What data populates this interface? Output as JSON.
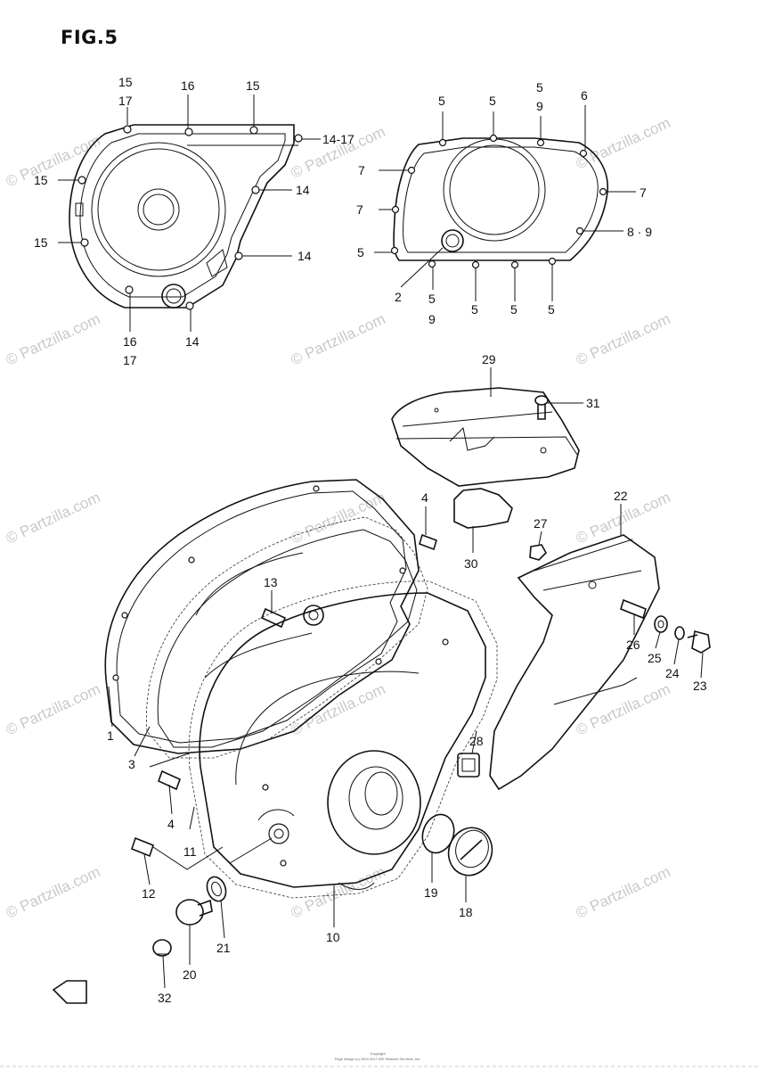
{
  "figure_title": "FIG.5",
  "watermark": "© Partzilla.com",
  "footer_line1": "Copyright",
  "footer_line2": "Page design (c) 2004-2017 ARI Network Services, Inc.",
  "callouts": [
    {
      "id": "c-15a",
      "text": "15"
    },
    {
      "id": "c-17a",
      "text": "17"
    },
    {
      "id": "c-16a",
      "text": "16"
    },
    {
      "id": "c-15b",
      "text": "15"
    },
    {
      "id": "c-14-17",
      "text": "14-17"
    },
    {
      "id": "c-15c",
      "text": "15"
    },
    {
      "id": "c-14a",
      "text": "14"
    },
    {
      "id": "c-15d",
      "text": "15"
    },
    {
      "id": "c-14b",
      "text": "14"
    },
    {
      "id": "c-16b",
      "text": "16"
    },
    {
      "id": "c-17b",
      "text": "17"
    },
    {
      "id": "c-14c",
      "text": "14"
    },
    {
      "id": "c-5a",
      "text": "5"
    },
    {
      "id": "c-5b",
      "text": "5"
    },
    {
      "id": "c-5c",
      "text": "5"
    },
    {
      "id": "c-9a",
      "text": "9"
    },
    {
      "id": "c-6",
      "text": "6"
    },
    {
      "id": "c-7a",
      "text": "7"
    },
    {
      "id": "c-7b",
      "text": "7"
    },
    {
      "id": "c-7c",
      "text": "7"
    },
    {
      "id": "c-8-9",
      "text": "8 · 9"
    },
    {
      "id": "c-5d",
      "text": "5"
    },
    {
      "id": "c-2",
      "text": "2"
    },
    {
      "id": "c-5e",
      "text": "5"
    },
    {
      "id": "c-9b",
      "text": "9"
    },
    {
      "id": "c-5f",
      "text": "5"
    },
    {
      "id": "c-5g",
      "text": "5"
    },
    {
      "id": "c-5h",
      "text": "5"
    },
    {
      "id": "c-29",
      "text": "29"
    },
    {
      "id": "c-31",
      "text": "31"
    },
    {
      "id": "c-4a",
      "text": "4"
    },
    {
      "id": "c-30",
      "text": "30"
    },
    {
      "id": "c-22",
      "text": "22"
    },
    {
      "id": "c-27",
      "text": "27"
    },
    {
      "id": "c-13",
      "text": "13"
    },
    {
      "id": "c-26",
      "text": "26"
    },
    {
      "id": "c-25",
      "text": "25"
    },
    {
      "id": "c-24",
      "text": "24"
    },
    {
      "id": "c-23",
      "text": "23"
    },
    {
      "id": "c-1",
      "text": "1"
    },
    {
      "id": "c-3",
      "text": "3"
    },
    {
      "id": "c-28",
      "text": "28"
    },
    {
      "id": "c-4b",
      "text": "4"
    },
    {
      "id": "c-11",
      "text": "11"
    },
    {
      "id": "c-12",
      "text": "12"
    },
    {
      "id": "c-19",
      "text": "19"
    },
    {
      "id": "c-18",
      "text": "18"
    },
    {
      "id": "c-10",
      "text": "10"
    },
    {
      "id": "c-21",
      "text": "21"
    },
    {
      "id": "c-20",
      "text": "20"
    },
    {
      "id": "c-32",
      "text": "32"
    }
  ]
}
